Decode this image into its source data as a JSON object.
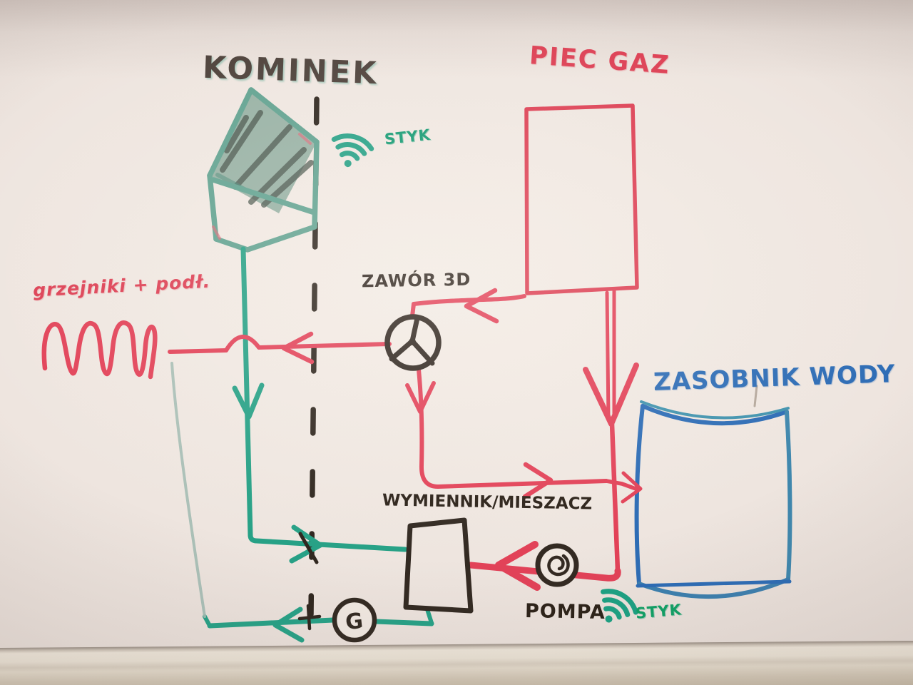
{
  "board": {
    "type": "whiteboard-photo",
    "surface_color": "#eee5df",
    "tray_color": "#d8cec0"
  },
  "colors": {
    "teal_marker": "#27a186",
    "red_marker": "#e24258",
    "blue_marker": "#2d6cb5",
    "black_marker": "#362c27"
  },
  "labels": {
    "kominek": "KOMINEK",
    "piec_gaz": "PIEC GAZ",
    "zasobnik_wody": "ZASOBNIK WODY",
    "zawor": "ZAWÓR 3D",
    "wymiennik": "WYMIENNIK/MIESZACZ",
    "pompa": "POMPA",
    "grzejniki": "grzejniki + podł.",
    "styk_top": "STYK",
    "styk_bottom": "STYK",
    "pump_letter": "G"
  },
  "components": {
    "fireplace": "KOMINEK",
    "gas_furnace": "PIEC GAZ",
    "water_tank": "ZASOBNIK WODY",
    "three_way_valve": "ZAWÓR 3D",
    "exchanger_mixer": "WYMIENNIK/MIESZACZ",
    "pump": "POMPA",
    "radiators_floor": "grzejniki + podł.",
    "wifi_contact_points": [
      "STYK",
      "STYK"
    ]
  }
}
